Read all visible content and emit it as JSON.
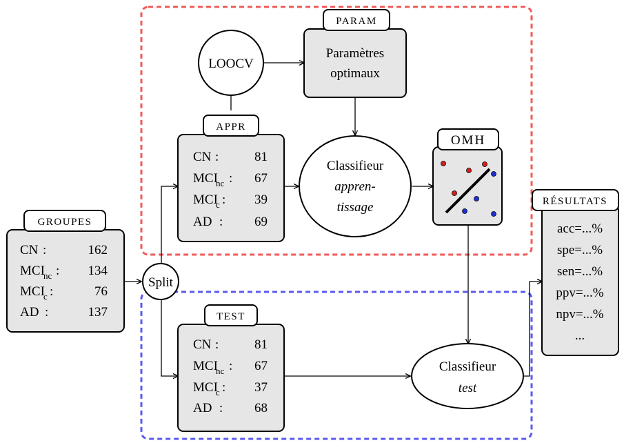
{
  "groupes": {
    "header": "GROUPES",
    "rows": [
      {
        "label": "CN",
        "sub": "",
        "value": "162"
      },
      {
        "label": "MCI",
        "sub": "nc",
        "value": "134"
      },
      {
        "label": "MCI",
        "sub": "c",
        "value": "76"
      },
      {
        "label": "AD",
        "sub": "",
        "value": "137"
      }
    ]
  },
  "split_label": "Split",
  "appr": {
    "header": "APPR",
    "rows": [
      {
        "label": "CN",
        "sub": "",
        "value": "81"
      },
      {
        "label": "MCI",
        "sub": "nc",
        "value": "67"
      },
      {
        "label": "MCI",
        "sub": "c",
        "value": "39"
      },
      {
        "label": "AD",
        "sub": "",
        "value": "69"
      }
    ]
  },
  "test": {
    "header": "TEST",
    "rows": [
      {
        "label": "CN",
        "sub": "",
        "value": "81"
      },
      {
        "label": "MCI",
        "sub": "nc",
        "value": "67"
      },
      {
        "label": "MCI",
        "sub": "c",
        "value": "37"
      },
      {
        "label": "AD",
        "sub": "",
        "value": "68"
      }
    ]
  },
  "loocv_label": "LOOCV",
  "param": {
    "header": "PARAM",
    "line1": "Paramètres",
    "line2": "optimaux"
  },
  "classifier_train": {
    "line1": "Classifieur",
    "line2": "appren-",
    "line3": "tissage"
  },
  "omh_label": "OMH",
  "classifier_test": {
    "line1": "Classifieur",
    "line2": "test"
  },
  "resultats": {
    "header": "RÉSULTATS",
    "items": [
      "acc=...%",
      "spe=...%",
      "sen=...%",
      "ppv=...%",
      "npv=...%",
      "..."
    ]
  },
  "colors": {
    "region_train": "#f05a5a",
    "region_test": "#5a5af0",
    "box_fill": "#e6e6e6",
    "dot_red": "#d42020",
    "dot_blue": "#2030d8"
  }
}
